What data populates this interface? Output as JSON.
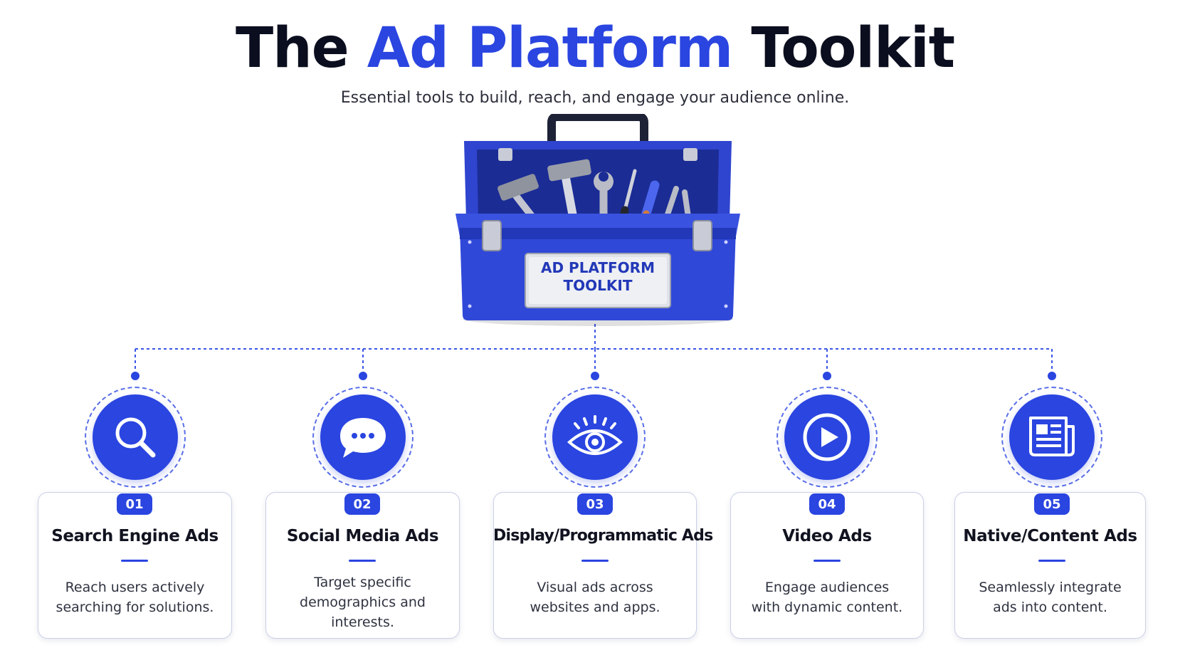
{
  "header": {
    "title_pre": "The",
    "title_accent": "Ad Platform",
    "title_post": "Toolkit",
    "subtitle": "Essential tools to build, reach, and engage your audience online."
  },
  "toolbox": {
    "label_line1": "AD PLATFORM",
    "label_line2": "TOOLKIT"
  },
  "tools": [
    {
      "number": "01",
      "title": "Search Engine Ads",
      "desc_line1": "Reach users actively",
      "desc_line2": "searching for solutions.",
      "desc_line3": "",
      "icon": "magnifier-icon"
    },
    {
      "number": "02",
      "title": "Social Media Ads",
      "desc_line1": "Target specific",
      "desc_line2": "demographics and",
      "desc_line3": "interests.",
      "icon": "chat-bubble-icon"
    },
    {
      "number": "03",
      "title": "Display/Programmatic Ads",
      "desc_line1": "Visual ads across",
      "desc_line2": "websites and apps.",
      "desc_line3": "",
      "icon": "eye-icon"
    },
    {
      "number": "04",
      "title": "Video Ads",
      "desc_line1": "Engage audiences",
      "desc_line2": "with dynamic content.",
      "desc_line3": "",
      "icon": "play-icon"
    },
    {
      "number": "05",
      "title": "Native/Content Ads",
      "desc_line1": "Seamlessly integrate",
      "desc_line2": "ads into content.",
      "desc_line3": "",
      "icon": "newspaper-icon"
    }
  ],
  "colors": {
    "accent": "#2a45e0",
    "title_dark": "#0b0e1e",
    "card_border": "#c9cfe6"
  }
}
